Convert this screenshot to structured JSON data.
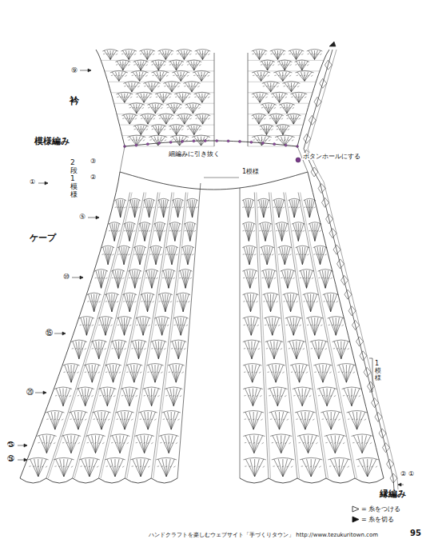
{
  "diagram": {
    "labels": [
      "⑨",
      "衿",
      "模様編み",
      "細編みに引き抜く",
      "2段1模様",
      "③",
      "②",
      "①",
      "ボタンホールにする",
      "1模様",
      "⑤",
      "ケープ",
      "⑩",
      "⑮",
      "⑳",
      "㉕",
      "㉖",
      "1模様",
      "②",
      "①",
      "縁編み",
      "ハンドクラフトを楽しむウェブサイト「手づくりタウン」 http://www.tezukuritown.com",
      "95"
    ],
    "legend": [
      {
        "text": "= 糸をつける"
      },
      {
        "text": "= 糸を切る"
      }
    ]
  }
}
